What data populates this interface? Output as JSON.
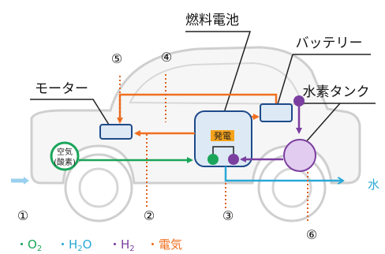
{
  "labels": {
    "fuel_cell": "燃料電池",
    "battery": "バッテリー",
    "motor": "モーター",
    "hydrogen_tank": "水素タンク",
    "generation": "発電",
    "air_oxygen_line1": "空気",
    "air_oxygen_line2": "(酸素)",
    "water": "水"
  },
  "numbers": {
    "n1": "①",
    "n2": "②",
    "n3": "③",
    "n4": "④",
    "n5": "⑤",
    "n6": "⑥"
  },
  "legend": {
    "bullet": "・",
    "o2": "O",
    "o2_sub": "2",
    "h2o_a": "H",
    "h2o_sub": "2",
    "h2o_b": "O",
    "h2": "H",
    "h2_sub": "2",
    "electricity": "電気"
  },
  "colors": {
    "o2": "#1aa55a",
    "h2o": "#29a8d6",
    "h2": "#7b3fa0",
    "electricity": "#f07020",
    "generation_bg": "#f5a21a",
    "car_outline": "#c8c8c8",
    "dotted_marker": "#e06020"
  }
}
